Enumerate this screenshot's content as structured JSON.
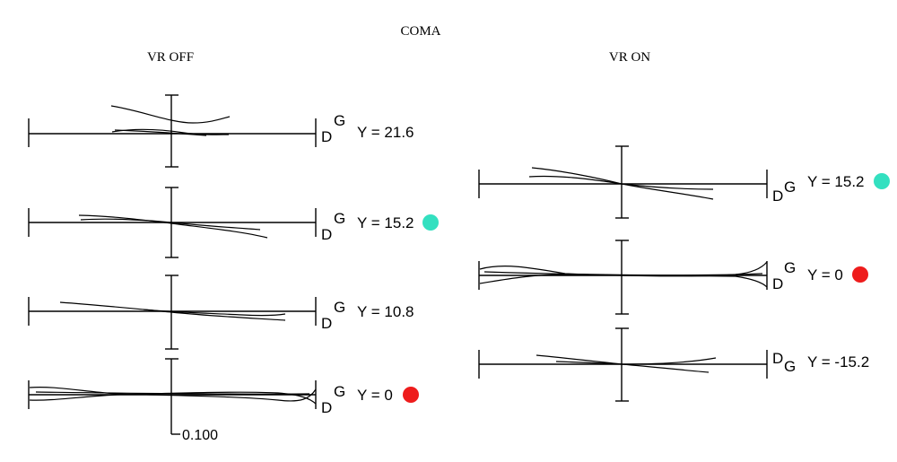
{
  "title": "COMA",
  "panels": [
    {
      "heading": "VR OFF",
      "rows": [
        {
          "field_label": "Y = 21.6",
          "d_label": "D",
          "g_label": "G",
          "marker_color": null
        },
        {
          "field_label": "Y = 15.2",
          "d_label": "D",
          "g_label": "G",
          "marker_color": "#33e0c0"
        },
        {
          "field_label": "Y = 10.8",
          "d_label": "D",
          "g_label": "G",
          "marker_color": null
        },
        {
          "field_label": "Y = 0",
          "d_label": "D",
          "g_label": "G",
          "marker_color": "#ee1c1c"
        }
      ],
      "scale_label": "0.100"
    },
    {
      "heading": "VR ON",
      "rows": [
        {
          "field_label": "Y = 15.2",
          "d_label": "D",
          "g_label": "G",
          "marker_color": "#33e0c0"
        },
        {
          "field_label": "Y = 0",
          "d_label": "D",
          "g_label": "G",
          "marker_color": "#ee1c1c"
        },
        {
          "field_label": "Y = -15.2",
          "d_label": "D",
          "g_label": "G",
          "marker_color": null
        }
      ]
    }
  ]
}
